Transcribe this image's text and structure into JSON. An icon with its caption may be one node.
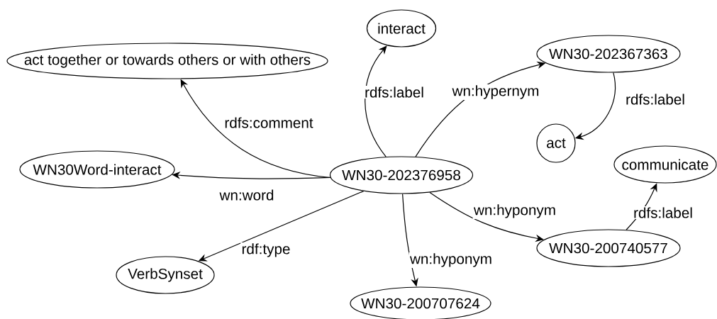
{
  "diagram": {
    "nodes": [
      {
        "text": [
          "interact"
        ]
      },
      {
        "text": [
          "act together or towards others or with others"
        ]
      },
      {
        "text": [
          "WN30-202367363"
        ]
      },
      {
        "text": [
          "WN30Word-interact"
        ]
      },
      {
        "text": [
          "WN30-202376958"
        ]
      },
      {
        "text": [
          "act"
        ]
      },
      {
        "text": [
          "communicate"
        ]
      },
      {
        "text": [
          "VerbSynset"
        ]
      },
      {
        "text": [
          "WN30-200740577"
        ]
      },
      {
        "text": [
          "WN30-200707624"
        ]
      }
    ],
    "edges": [
      {
        "from": 4,
        "to": 0,
        "arrow": "to",
        "label": "rdfs:label"
      },
      {
        "from": 4,
        "to": 1,
        "arrow": "to",
        "label": "rdfs:comment"
      },
      {
        "from": 4,
        "to": 2,
        "arrow": "to",
        "label": "wn:hypernym"
      },
      {
        "from": 2,
        "to": 5,
        "arrow": "to",
        "label": "rdfs:label"
      },
      {
        "from": 4,
        "to": 3,
        "arrow": "to",
        "label": "wn:word"
      },
      {
        "from": 4,
        "to": 7,
        "arrow": "to",
        "label": "rdf:type"
      },
      {
        "from": 4,
        "to": 9,
        "arrow": "to",
        "label": "wn:hyponym"
      },
      {
        "from": 4,
        "to": 8,
        "arrow": "to",
        "label": "wn:hyponym"
      },
      {
        "from": 8,
        "to": 6,
        "arrow": "to",
        "label": "rdfs:label"
      }
    ]
  }
}
